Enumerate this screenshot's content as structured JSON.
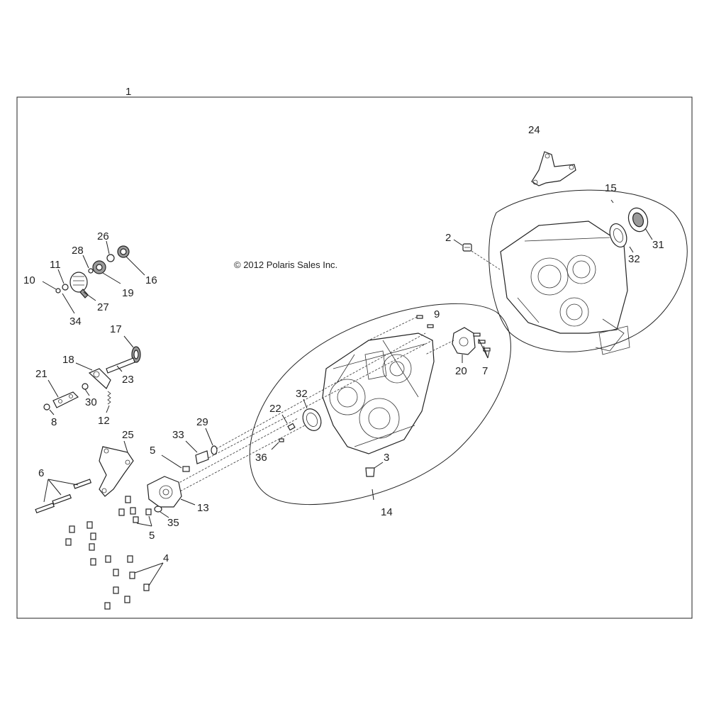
{
  "copyright": "© 2012 Polaris Sales Inc.",
  "callouts": {
    "c1": "1",
    "c2": "2",
    "c3": "3",
    "c4": "4",
    "c5a": "5",
    "c5b": "5",
    "c6": "6",
    "c7": "7",
    "c8": "8",
    "c9": "9",
    "c10": "10",
    "c11": "11",
    "c12": "12",
    "c13": "13",
    "c14": "14",
    "c15": "15",
    "c16": "16",
    "c17": "17",
    "c18": "18",
    "c19": "19",
    "c20": "20",
    "c21": "21",
    "c22": "22",
    "c23": "23",
    "c24": "24",
    "c25": "25",
    "c26": "26",
    "c27": "27",
    "c28": "28",
    "c29": "29",
    "c30": "30",
    "c31": "31",
    "c32a": "32",
    "c32b": "32",
    "c33": "33",
    "c34": "34",
    "c35": "35",
    "c36": "36"
  }
}
